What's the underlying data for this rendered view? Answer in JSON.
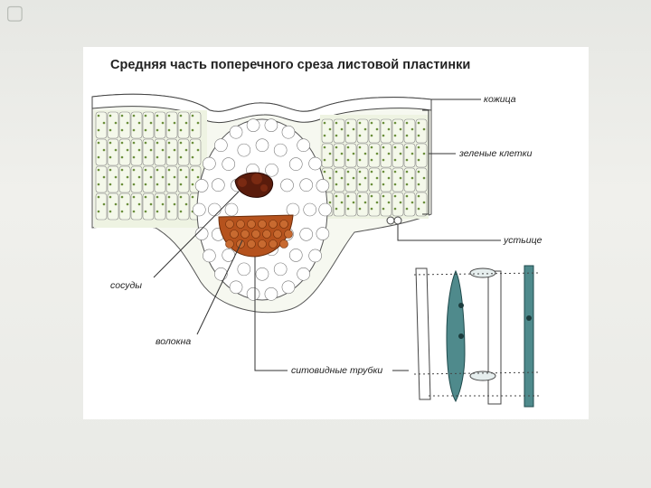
{
  "title": "Средняя часть поперечного среза листовой пластинки",
  "labels": {
    "kozhitsa": "кожица",
    "zelenye_kletki": "зеленые клетки",
    "ustitse": "устьице",
    "sosudy": "сосуды",
    "volokna": "волокна",
    "sitovidnye_trubki": "ситовидные трубки"
  },
  "colors": {
    "green_cells": "#6a8e3a",
    "vessels": "#5a1c0c",
    "fibers": "#b5521d",
    "sieve_tubes": "#4f8a8c"
  }
}
